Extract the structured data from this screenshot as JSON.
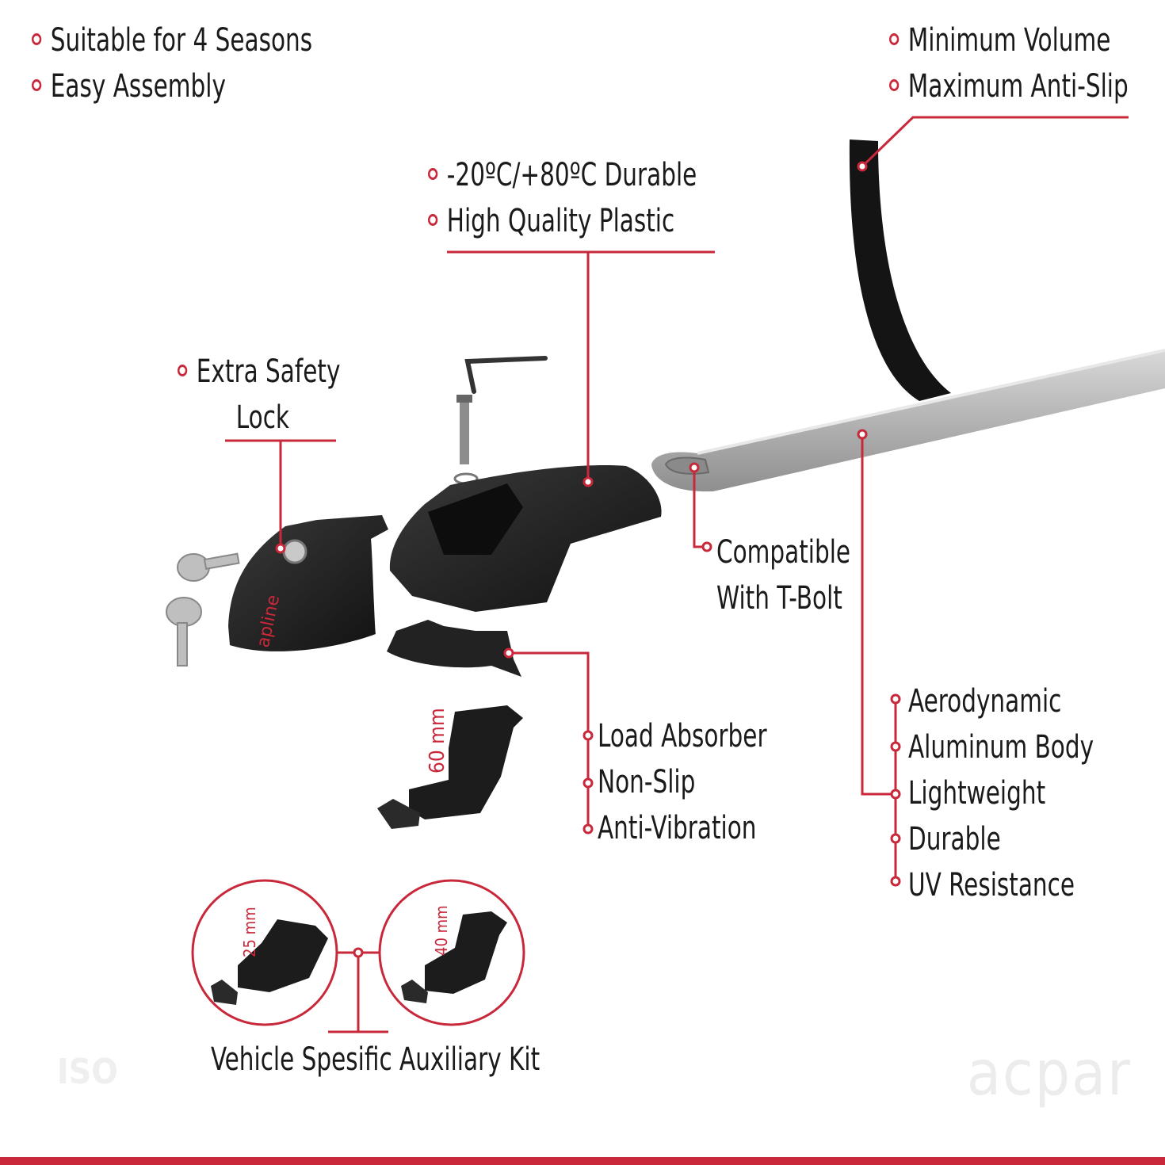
{
  "colors": {
    "accent": "#c8283a",
    "text": "#1a1a1a",
    "part_dark": "#1c1c1c",
    "bar_metal": "#b8b8b8"
  },
  "features_top_left": [
    "Suitable for 4 Seasons",
    "Easy Assembly"
  ],
  "features_top_right": [
    "Minimum Volume",
    "Maximum Anti-Slip"
  ],
  "features_plastic": [
    "-20ºC/+80ºC Durable",
    "High Quality Plastic"
  ],
  "lock_label": [
    "Extra Safety",
    "Lock"
  ],
  "tbolt_label": [
    "Compatible",
    "With T-Bolt"
  ],
  "absorber_features": [
    "Load Absorber",
    "Non-Slip",
    "Anti-Vibration"
  ],
  "bar_features": [
    "Aerodynamic",
    "Aluminum Body",
    "Lightweight",
    "Durable",
    "UV Resistance"
  ],
  "kit_label": "Vehicle Spesific Auxiliary Kit",
  "pad_sizes": {
    "main": "60 mm",
    "kit_small": "25 mm",
    "kit_large": "40 mm"
  },
  "lock_logo": "apline",
  "brand_watermark": "acpar",
  "iso_watermark": "ISO",
  "icons": [
    "allen-key-icon",
    "bolt-icon",
    "key-icon",
    "lock-cylinder-icon"
  ]
}
